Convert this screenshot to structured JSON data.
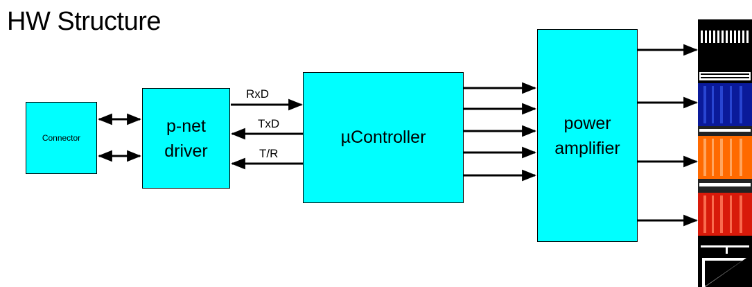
{
  "title": "HW Structure",
  "blocks": {
    "connector": "Connector",
    "pnet_line1": "p-net",
    "pnet_line2": "driver",
    "mcu": "µController",
    "amp_line1": "power",
    "amp_line2": "amplifier"
  },
  "signals": {
    "rxd": "RxD",
    "txd": "TxD",
    "tr": "T/R"
  },
  "colors": {
    "block_fill": "#00ffff",
    "tower_blue": "#0a1a9a",
    "tower_orange": "#ff6a00",
    "tower_red": "#d81a0a"
  }
}
